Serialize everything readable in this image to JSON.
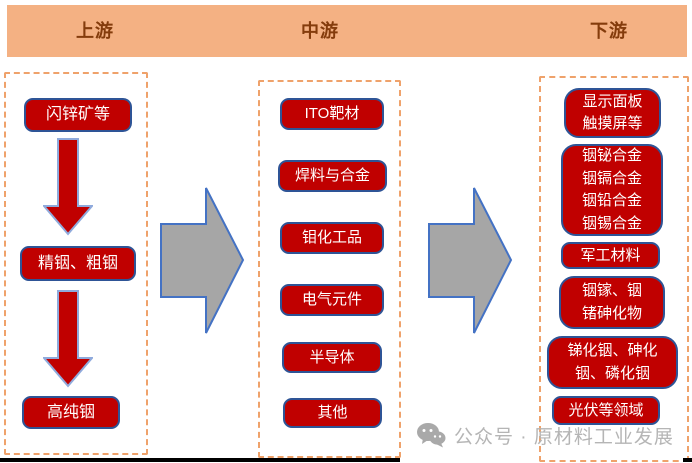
{
  "header": {
    "columns": [
      {
        "label": "上游"
      },
      {
        "label": "中游"
      },
      {
        "label": "下游"
      }
    ]
  },
  "upstream": {
    "title": "上游",
    "items": [
      {
        "label": "闪锌矿等"
      },
      {
        "label": "精铟、粗铟"
      },
      {
        "label": "高纯铟"
      }
    ]
  },
  "midstream": {
    "title": "中游",
    "items": [
      {
        "label": "ITO靶材"
      },
      {
        "label": "焊料与合金"
      },
      {
        "label": "钼化工品"
      },
      {
        "label": "电气元件"
      },
      {
        "label": "半导体"
      },
      {
        "label": "其他"
      }
    ]
  },
  "downstream": {
    "title": "下游",
    "items": [
      {
        "label": "显示面板\n触摸屏等"
      },
      {
        "label": "铟铋合金\n铟镉合金\n铟铅合金\n铟锡合金"
      },
      {
        "label": "军工材料"
      },
      {
        "label": "铟镓、铟\n锗砷化物"
      },
      {
        "label": "锑化铟、砷化\n铟、磷化铟"
      },
      {
        "label": "光伏等领域"
      }
    ]
  },
  "watermark": {
    "text": "公众号 · 原材料工业发展",
    "icon": "wechat-icon"
  },
  "colors": {
    "header_bg": "#F4B183",
    "header_text": "#843C0C",
    "node_fill": "#C00000",
    "node_border": "#2E5496",
    "column_dashed_border": "#EFA26B",
    "big_arrow_fill": "#A6A6A6",
    "big_arrow_border": "#4472C4",
    "small_arrow_fill": "#C00000",
    "small_arrow_border": "#8FAADC",
    "watermark_gray": "#B5B5B5"
  }
}
